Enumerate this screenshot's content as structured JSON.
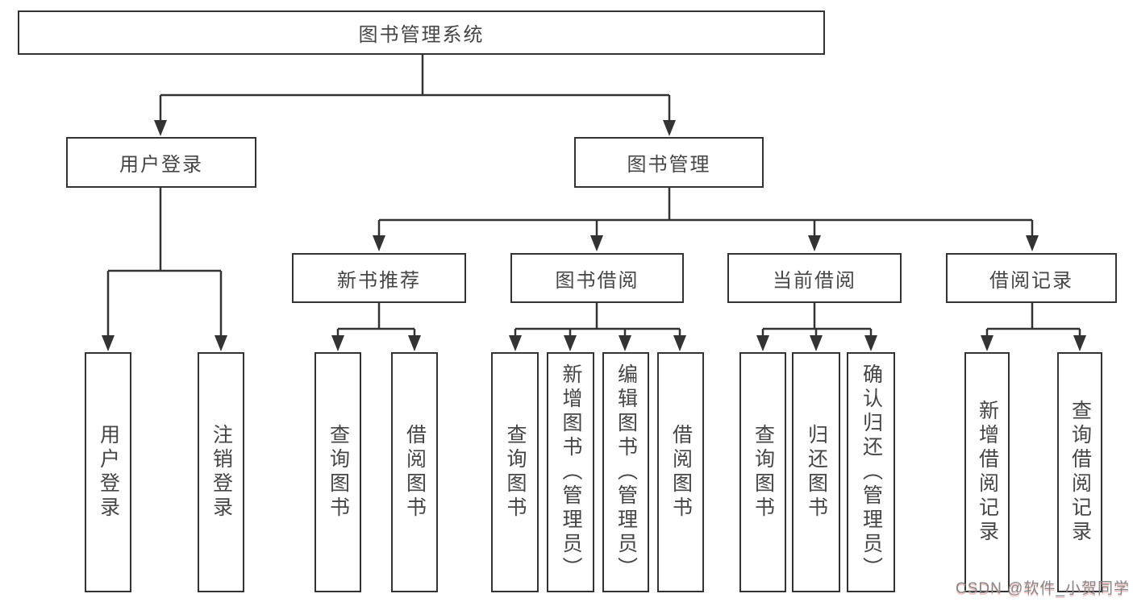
{
  "title": "图书管理系统",
  "tree": {
    "label": "图书管理系统",
    "children": [
      {
        "label": "用户登录",
        "children": [
          {
            "label": "用户登录"
          },
          {
            "label": "注销登录"
          }
        ]
      },
      {
        "label": "图书管理",
        "children": [
          {
            "label": "新书推荐",
            "children": [
              {
                "label": "查询图书"
              },
              {
                "label": "借阅图书"
              }
            ]
          },
          {
            "label": "图书借阅",
            "children": [
              {
                "label": "查询图书"
              },
              {
                "label": "新增图书（管理员）"
              },
              {
                "label": "编辑图书（管理员）"
              },
              {
                "label": "借阅图书"
              }
            ]
          },
          {
            "label": "当前借阅",
            "children": [
              {
                "label": "查询图书"
              },
              {
                "label": "归还图书"
              },
              {
                "label": "确认归还（管理员）"
              }
            ]
          },
          {
            "label": "借阅记录",
            "children": [
              {
                "label": "新增借阅记录"
              },
              {
                "label": "查询借阅记录"
              }
            ]
          }
        ]
      }
    ]
  },
  "watermark": {
    "text": "CSDN @软件_小贺同学"
  },
  "colors": {
    "line": "#333333",
    "text": "#454545",
    "box_background": "#ffffff",
    "page_background": "#ffffff",
    "watermark_gray": "#868686",
    "watermark_accent": "#e9827f"
  }
}
